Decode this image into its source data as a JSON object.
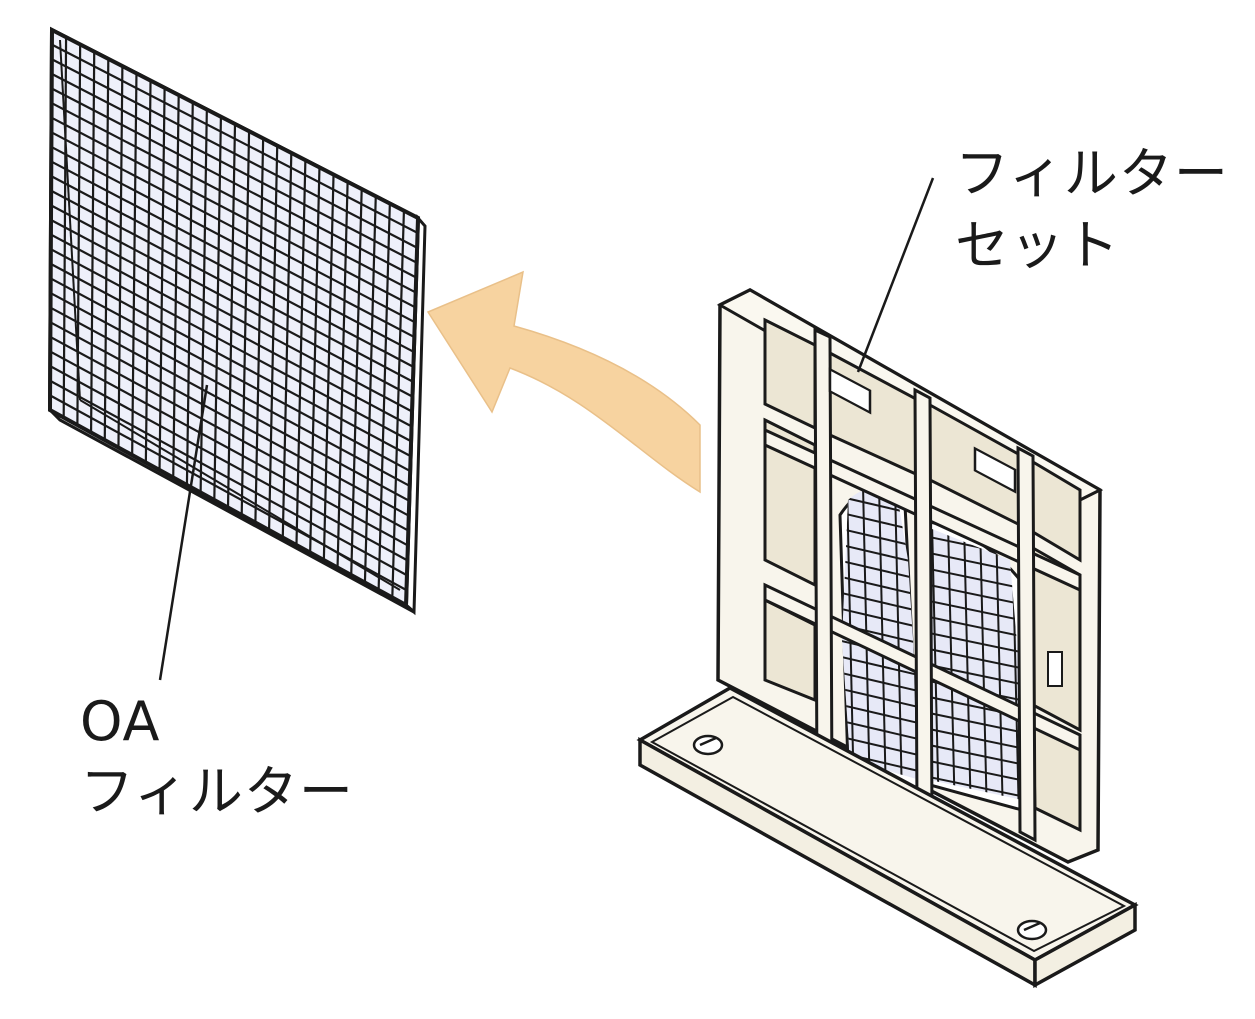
{
  "labels": {
    "oa_filter": {
      "line1": "OA",
      "line2": "フィルター"
    },
    "filter_set": {
      "line1": "フィルター",
      "line2": "セット"
    }
  },
  "colors": {
    "outline": "#1a1a1a",
    "mesh_tint": "#c9cdea",
    "arrow_fill": "#f7d3a0",
    "frame_fill": "#f8f5ec",
    "panel_fill": "#ece6d4",
    "background": "#ffffff"
  },
  "icons": [
    "oa-filter-mesh",
    "removal-arrow",
    "filter-set-frame"
  ]
}
